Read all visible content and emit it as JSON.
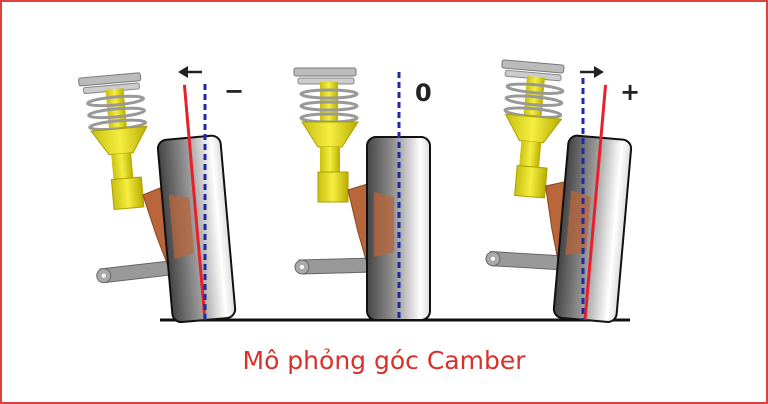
{
  "caption": "Mô phỏng góc Camber",
  "panels": [
    {
      "sign": "−",
      "arrow": "left"
    },
    {
      "sign": "0",
      "arrow": "none"
    },
    {
      "sign": "+",
      "arrow": "right"
    }
  ],
  "colors": {
    "border": "#e0403e",
    "caption": "#d9302a",
    "camber_line": "#e8202a",
    "reference_line": "#1f2aa0",
    "strut": "#e6e020",
    "knuckle": "#b8663a"
  }
}
